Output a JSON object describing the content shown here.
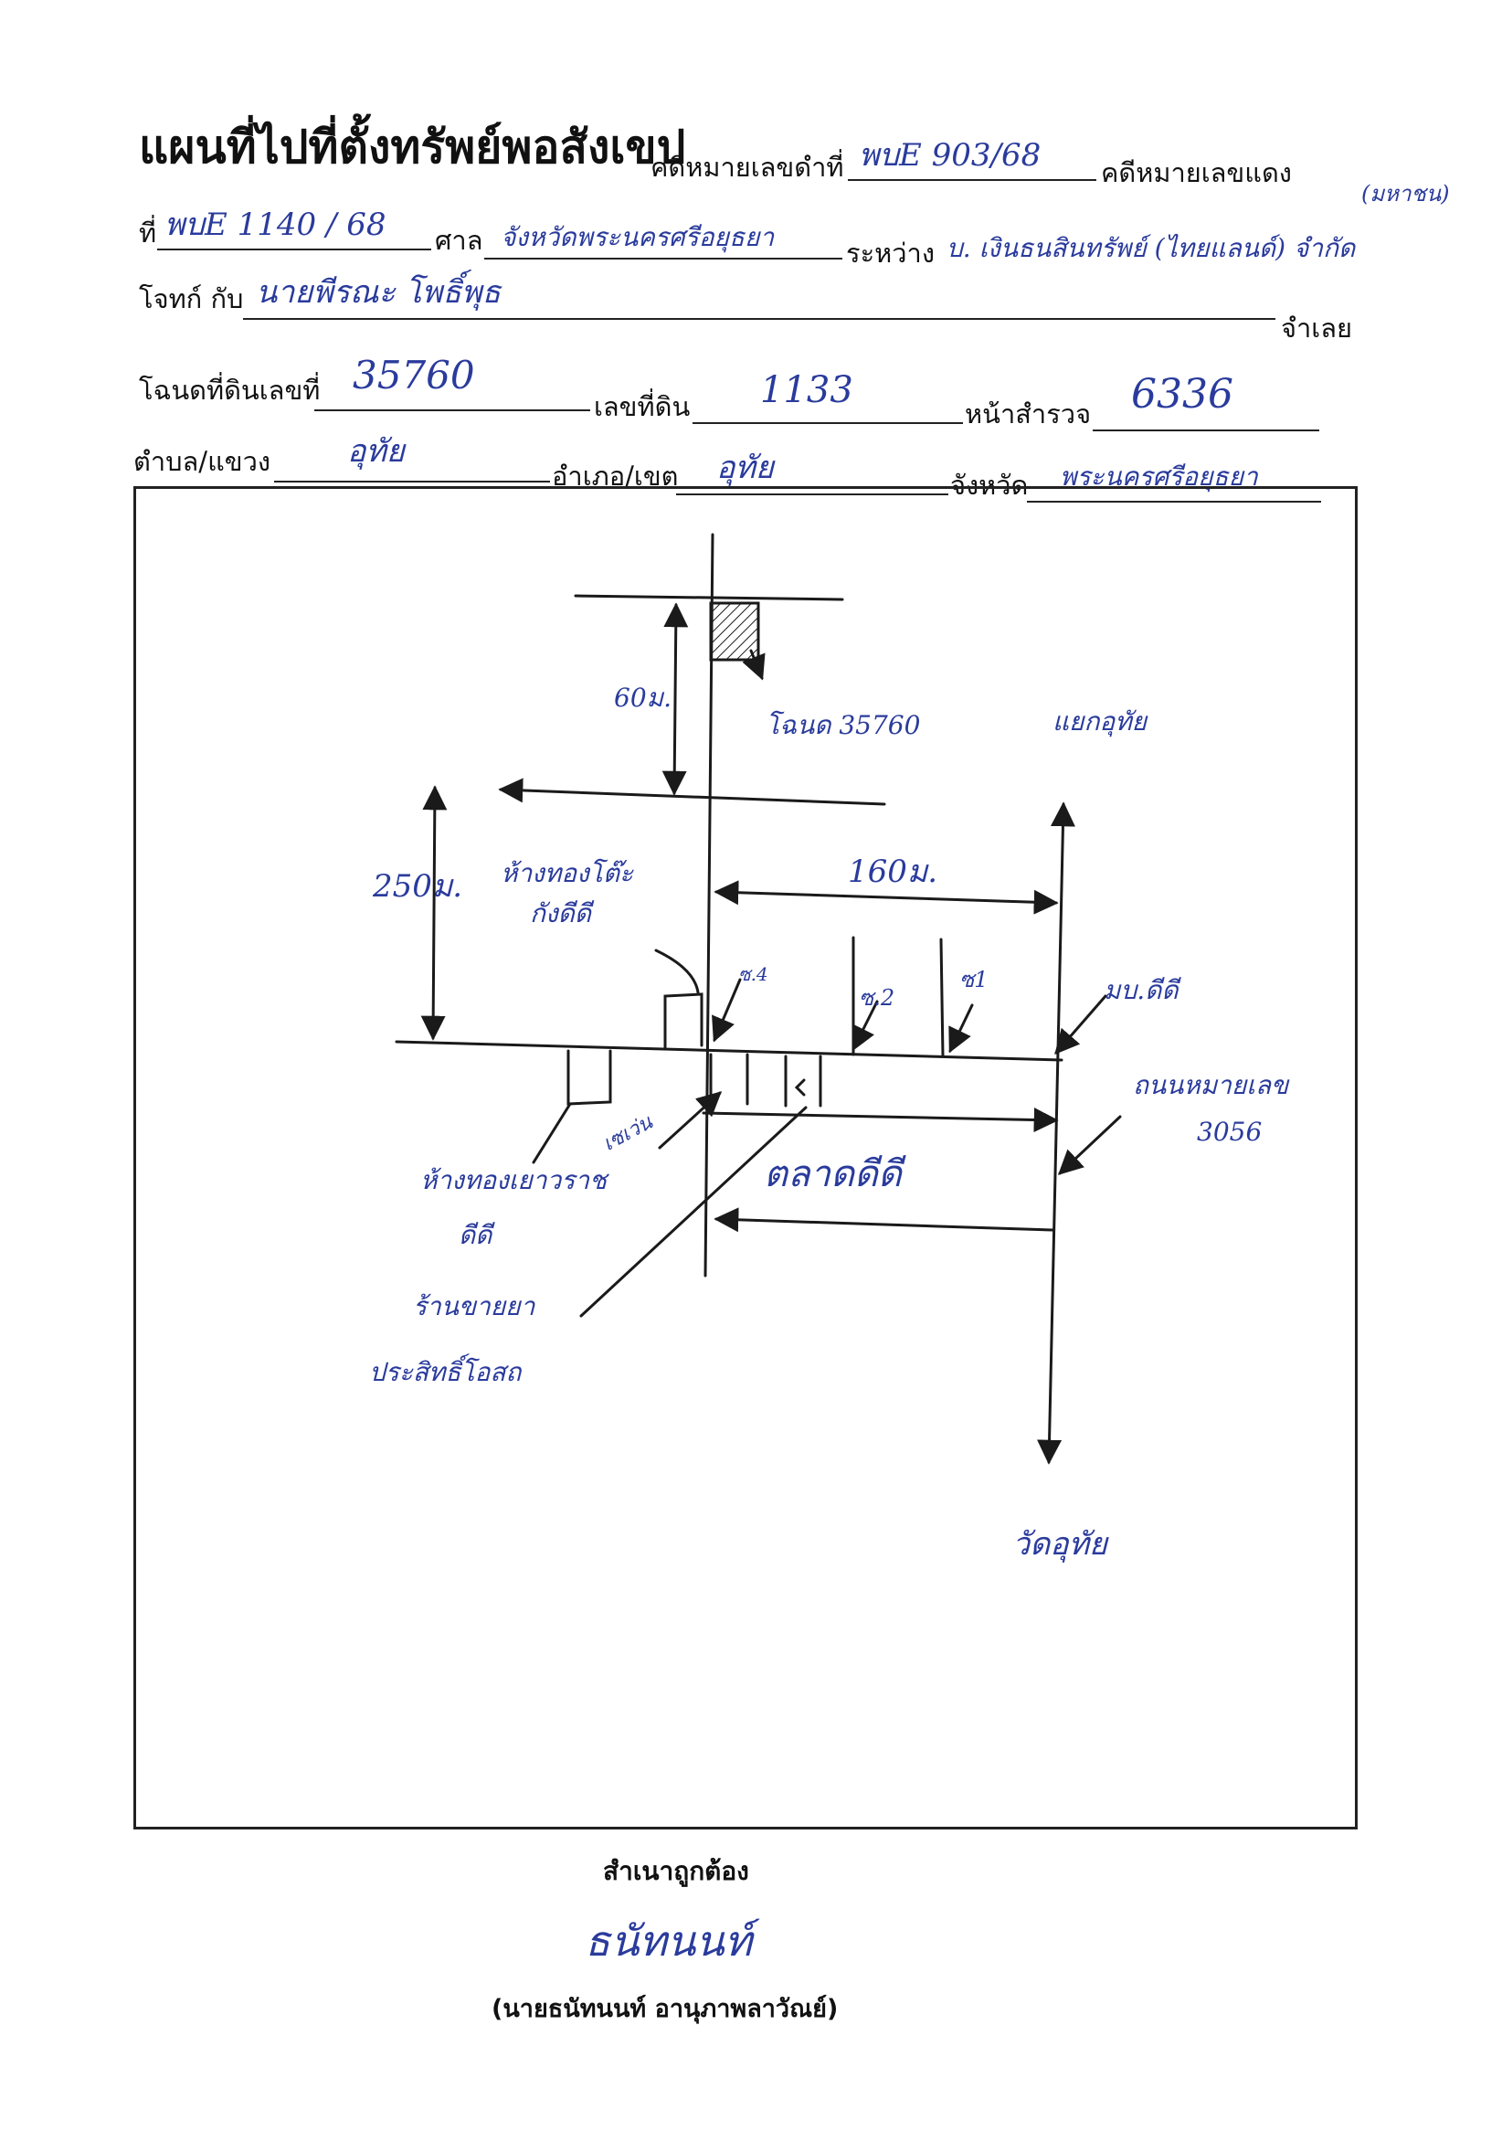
{
  "form": {
    "title": "แผนที่ไปที่ตั้งทรัพย์พอสังเขป",
    "black_case_label": "คดีหมายเลขดำที่",
    "black_case_value": "พบE 903/68",
    "red_case_label": "คดีหมายเลขแดง",
    "red_case_no_label": "ที่",
    "red_case_value": "พบE 1140 / 68",
    "court_label": "ศาล",
    "court_value": "จังหวัดพระนครศรีอยุธยา",
    "between_label": "ระหว่าง",
    "plaintiff_value": "บ. เงินธนสินทรัพย์ (ไทยแลนด์) จำกัด",
    "plaintiff_note": "(มหาชน)",
    "plaintiff_suffix_label": "โจทก์ กับ",
    "defendant_value": "นายพีรณะ โพธิ์พุธ",
    "defendant_suffix_label": "จำเลย",
    "deed_label": "โฉนดที่ดินเลขที่",
    "deed_value": "35760",
    "land_no_label": "เลขที่ดิน",
    "land_no_value": "1133",
    "survey_label": "หน้าสำรวจ",
    "survey_value": "6336",
    "tambon_label": "ตำบล/แขวง",
    "tambon_value": "อุทัย",
    "amphoe_label": "อำเภอ/เขต",
    "amphoe_value": "อุทัย",
    "province_label": "จังหวัด",
    "province_value": "พระนครศรีอยุธยา"
  },
  "map": {
    "dist_60": "60ม.",
    "deed_label": "โฉนด 35760",
    "junction_label": "แยกอุทัย",
    "dist_250": "250ม.",
    "gold_shop_top": "ห้างทองโต๊ะ",
    "gold_shop_top_2": "กังดีดี",
    "dist_160": "160ม.",
    "marker_s4": "ซ.4",
    "marker_s2": "ซ.2",
    "marker_s1": "ซ1",
    "bank": "มบ.ดีดี",
    "road_label": "ถนนหมายเลข",
    "road_no": "3056",
    "gold_shop_bottom": "ห้างทองเยาวราช",
    "gold_shop_bottom_2": "ดีดี",
    "shop_small": "เซเว่น",
    "market": "ตลาดดีดี",
    "pharmacy": "ร้านขายยา",
    "pharmacy_2": "ประสิทธิ์โอสถ",
    "temple": "วัดอุทัย"
  },
  "certification": {
    "label": "สำเนาถูกต้อง",
    "signature": "ธนัทนนท์",
    "name": "(นายธนัทนนท์ อานุภาพลาวัณย์)"
  },
  "colors": {
    "ink": "#2a3b9c",
    "print": "#111111"
  }
}
